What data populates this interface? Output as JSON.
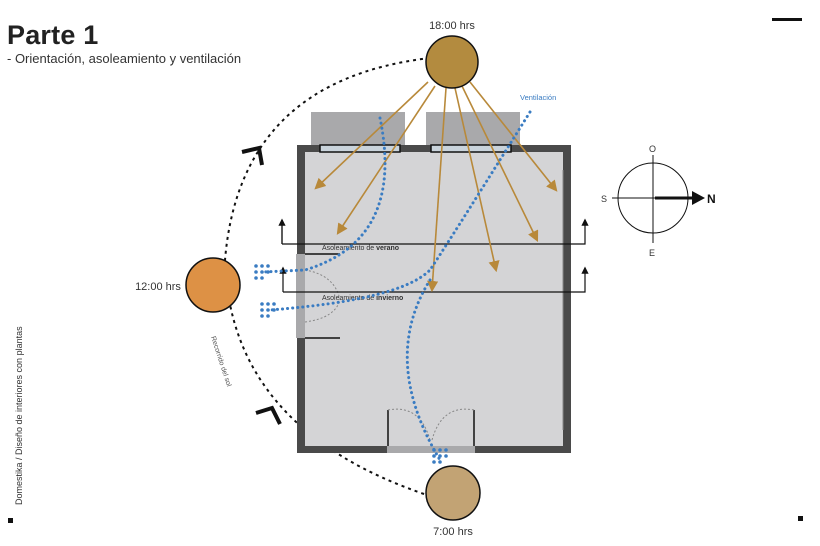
{
  "header": {
    "title": "Parte 1",
    "subtitle": "- Orientación, asoleamiento y ventilación"
  },
  "sidebar_text": "Domestika / Diseño de interiores con plantas",
  "sun_positions": [
    {
      "label": "18:00 hrs",
      "color": "#b38b3f"
    },
    {
      "label": "12:00 hrs",
      "color": "#dd9145"
    },
    {
      "label": "7:00 hrs",
      "color": "#c2a374"
    }
  ],
  "labels": {
    "ventilation": "Ventilación",
    "summer_prefix": "Asoleamiento de ",
    "summer_bold": "verano",
    "winter_prefix": "Asoleamiento de ",
    "winter_bold": "invierno",
    "sun_path": "Recorrido del sol"
  },
  "compass": {
    "north": "N",
    "south": "S",
    "east": "E",
    "west": "O"
  },
  "colors": {
    "sun_ray": "#b8893a",
    "ventilation": "#3a7cc2",
    "wall": "#4a4a4a",
    "floor": "#d4d4d6",
    "window_box": "#a9a9ab"
  }
}
